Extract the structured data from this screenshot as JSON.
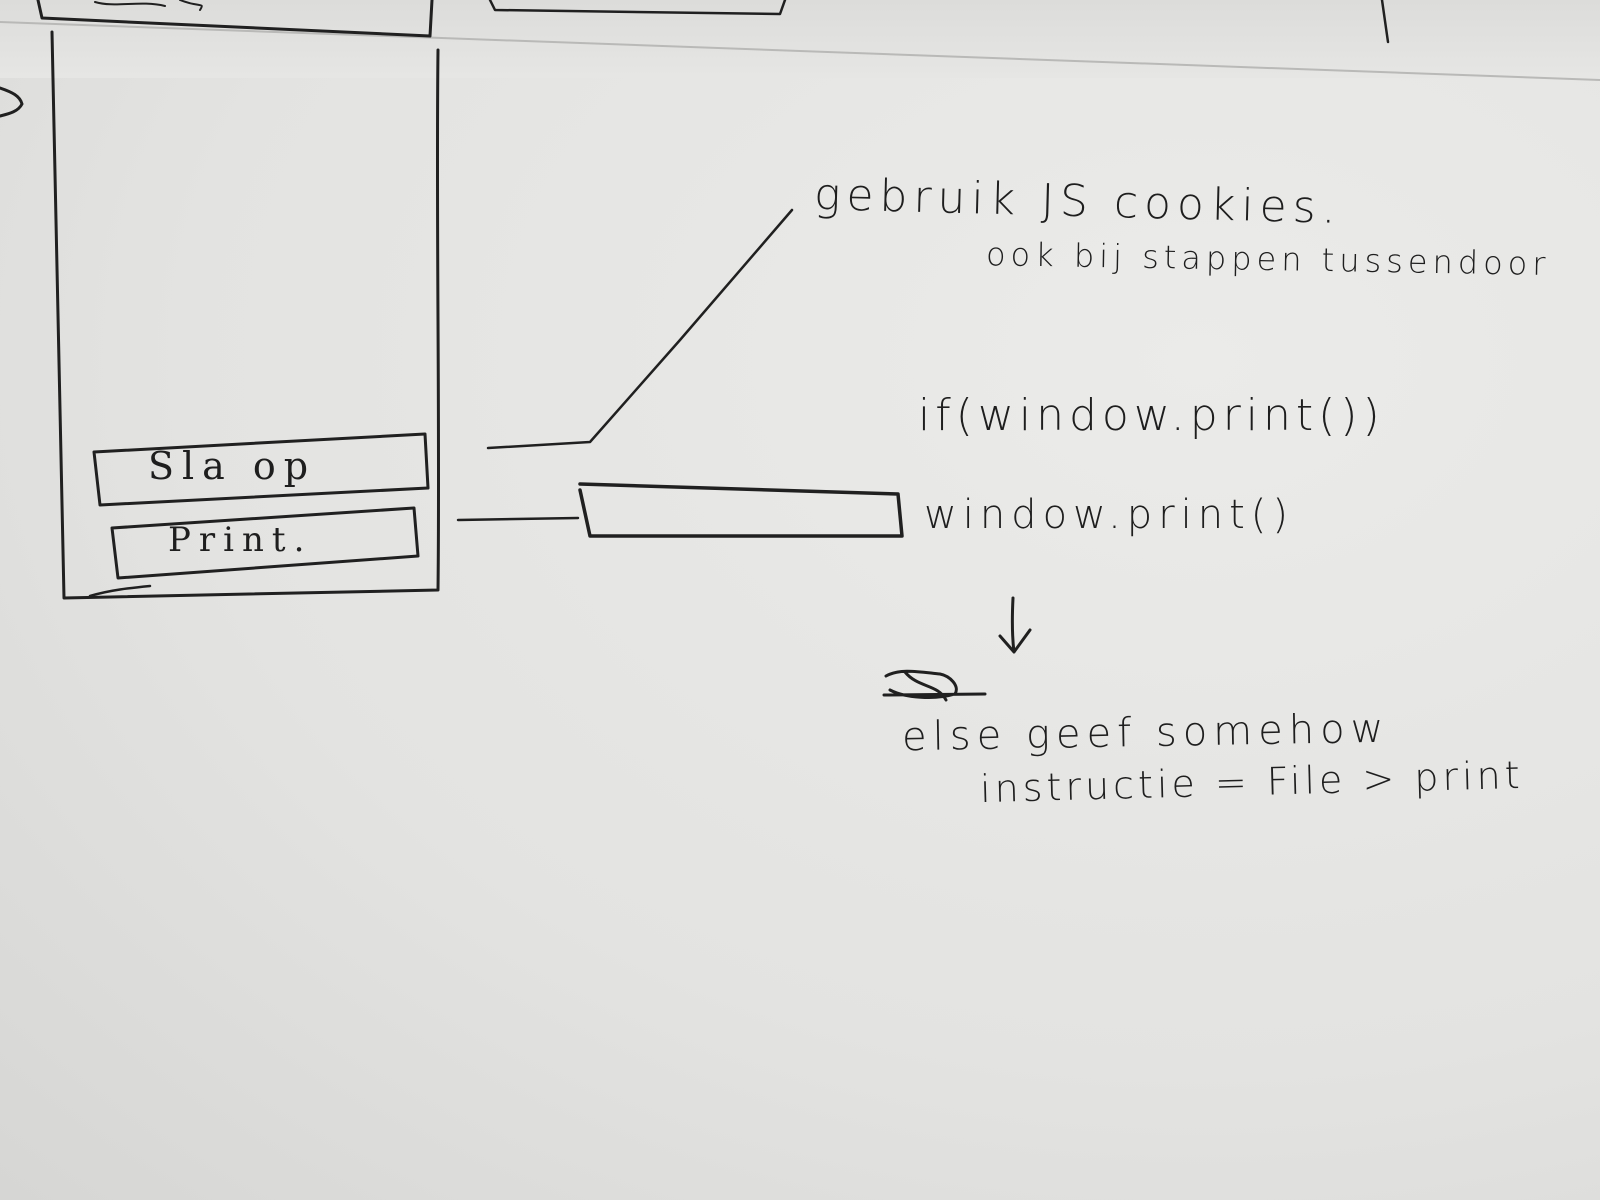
{
  "sketch": {
    "phone_mockup": {
      "buttons": [
        {
          "label": "Sla op"
        },
        {
          "label": "Print."
        }
      ]
    },
    "notes": {
      "cookies_line1": "gebruik JS cookies.",
      "cookies_line2": "ook bij stappen tussendoor",
      "if_statement": "if(window.print())",
      "print_call": "window.print()",
      "arrow": "↓",
      "crossed_out": "else",
      "else_line1": "else geef somehow",
      "else_line2": "instructie = File > print"
    },
    "colors": {
      "ink": "#1e1e1e",
      "paper": "#e6e6e4"
    }
  }
}
